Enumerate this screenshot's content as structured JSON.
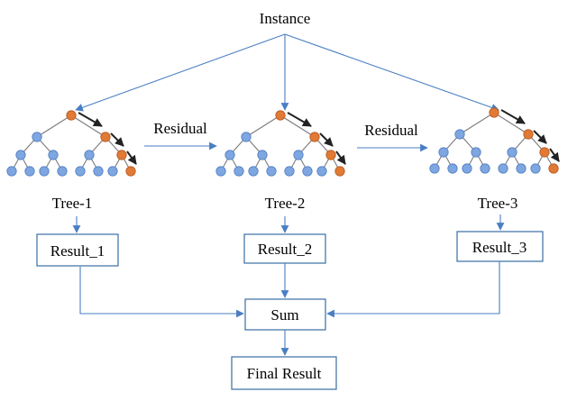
{
  "diagram": {
    "instance_label": "Instance",
    "residual_labels": [
      "Residual",
      "Residual"
    ],
    "trees": [
      {
        "label": "Tree-1",
        "result": "Result_1"
      },
      {
        "label": "Tree-2",
        "result": "Result_2"
      },
      {
        "label": "Tree-3",
        "result": "Result_3"
      }
    ],
    "sum_label": "Sum",
    "final_label": "Final Result"
  },
  "colors": {
    "arrow": "#4a7ec2",
    "node_blue": "#7ea6e0",
    "node_orange": "#e07a35",
    "tree_edge": "#7a7a7a",
    "box_border": "#3a6ea5"
  }
}
